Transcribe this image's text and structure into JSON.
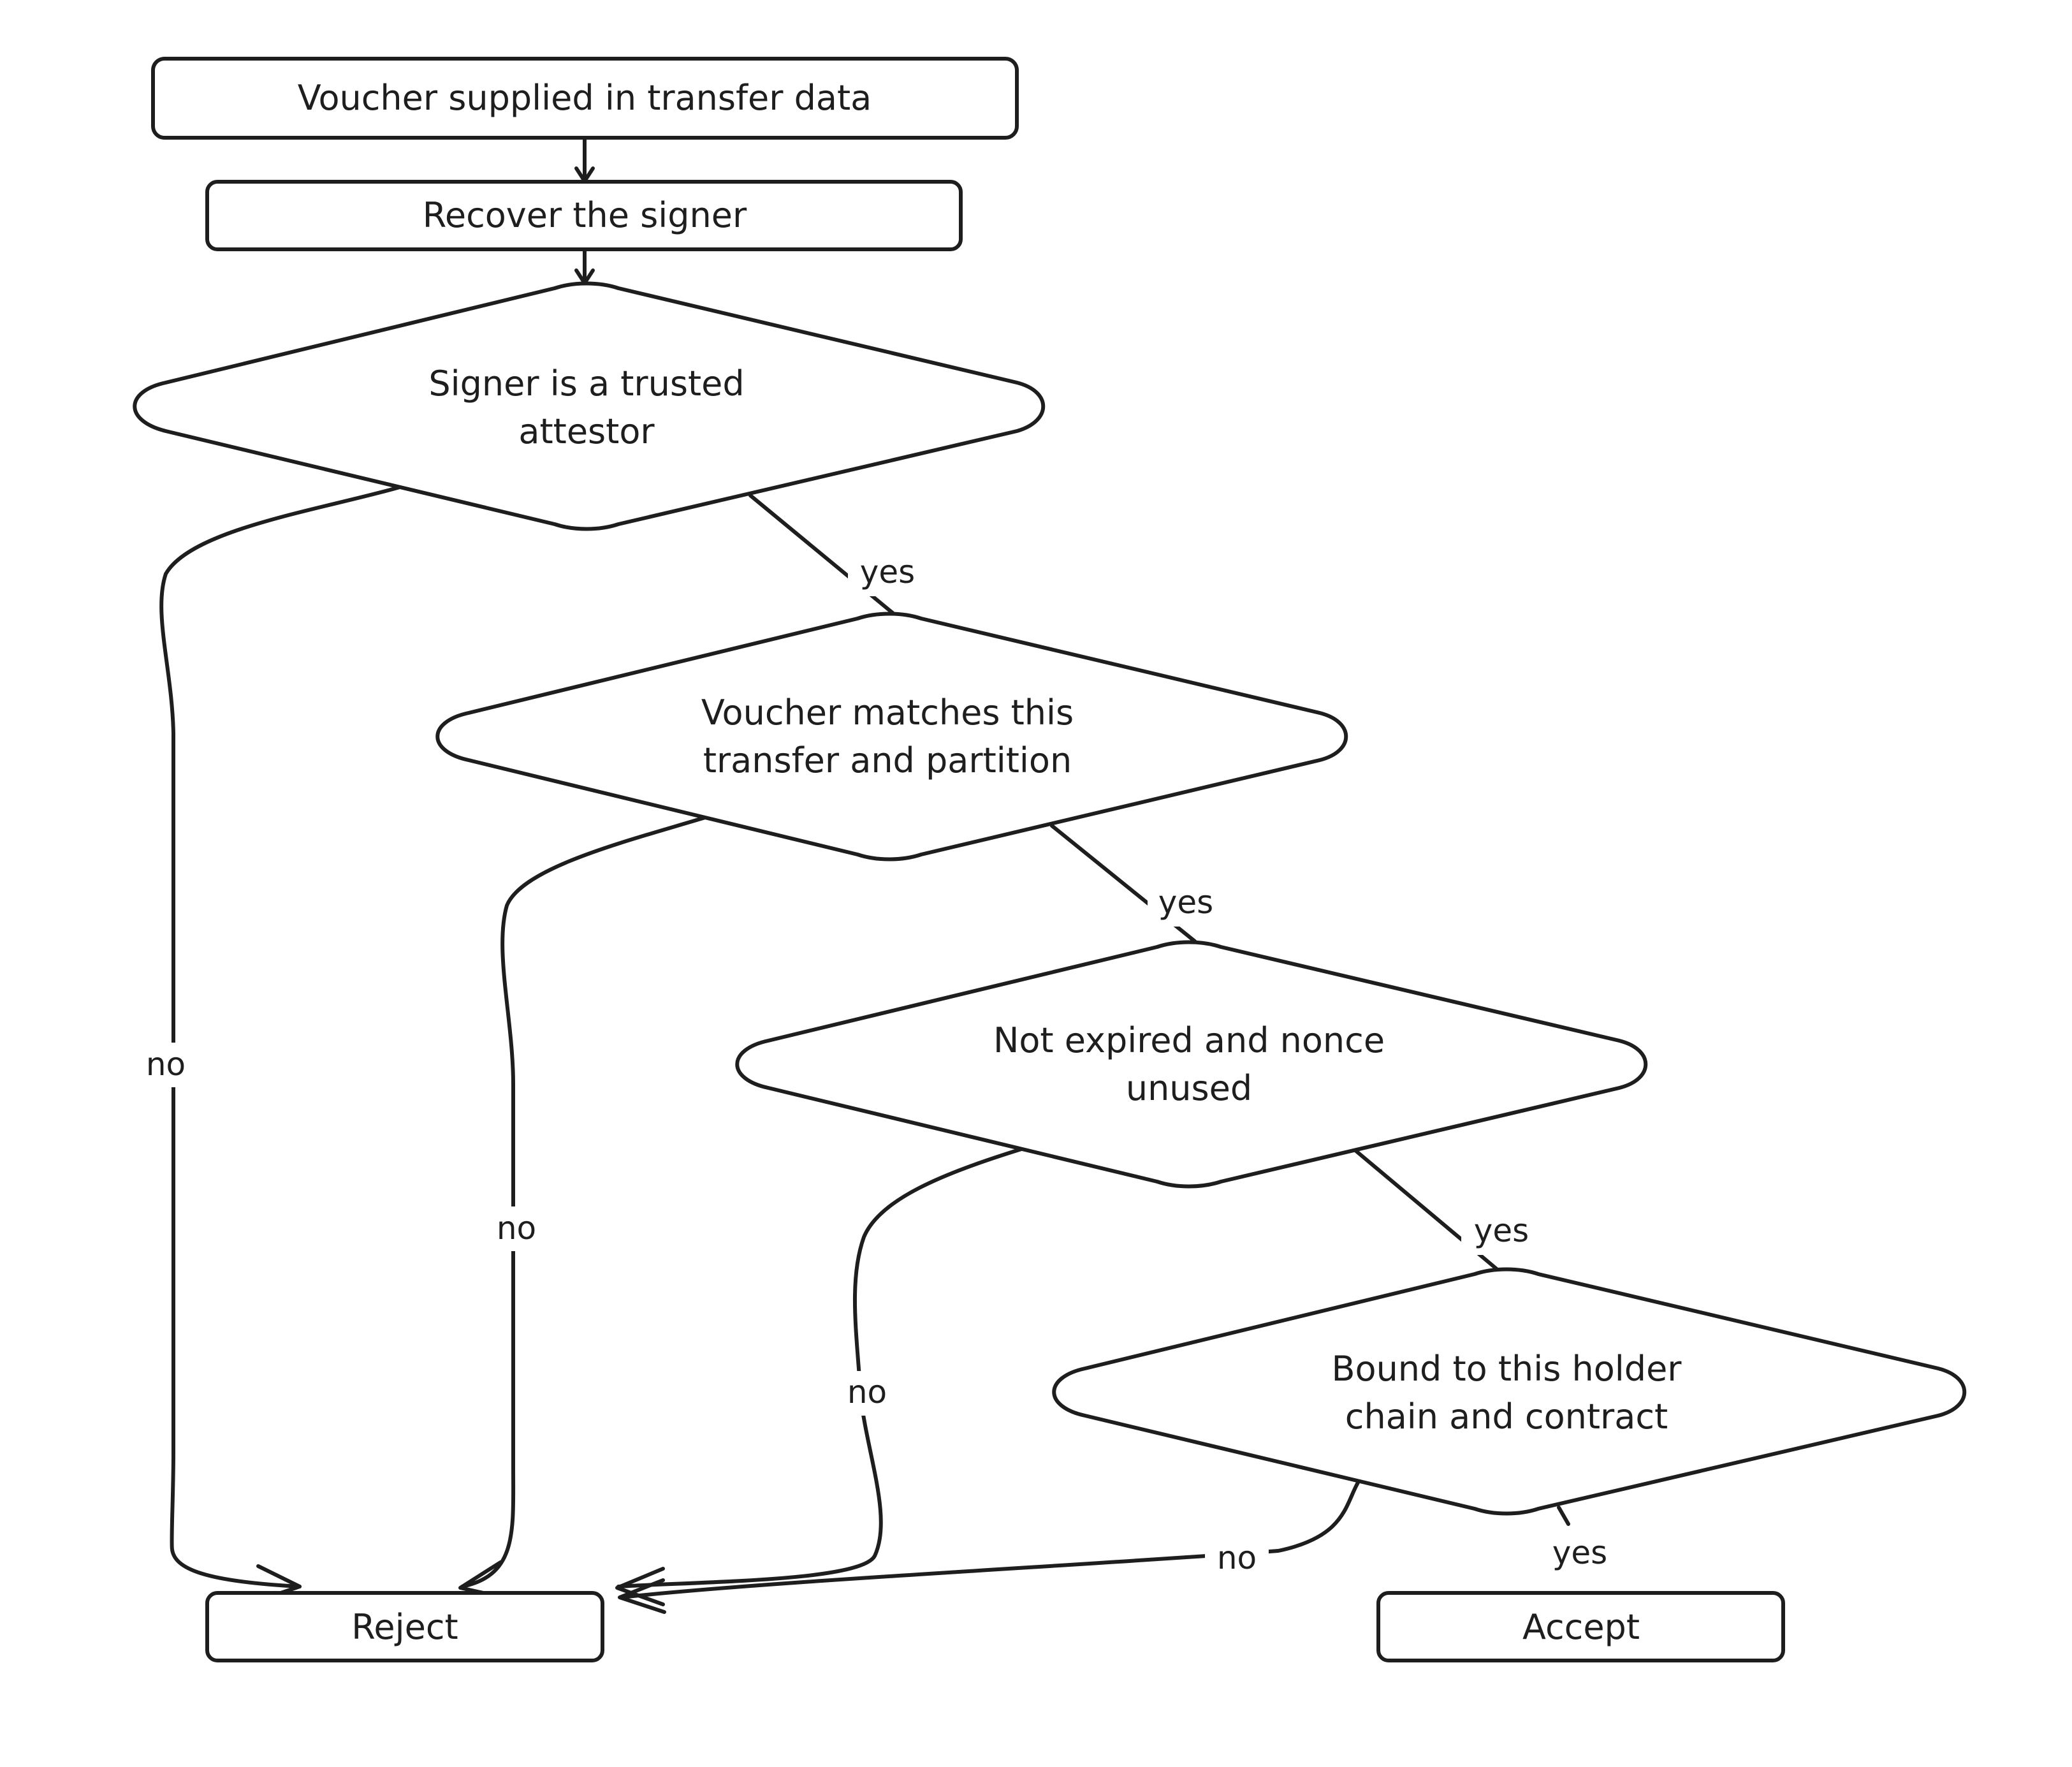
{
  "diagram": {
    "nodes": {
      "voucher_supplied": {
        "lines": [
          "Voucher supplied in transfer data"
        ]
      },
      "recover_signer": {
        "lines": [
          "Recover the signer"
        ]
      },
      "trusted_attestor": {
        "lines": [
          "Signer is a trusted",
          "attestor"
        ]
      },
      "matches_transfer": {
        "lines": [
          "Voucher matches this",
          "transfer and partition"
        ]
      },
      "not_expired": {
        "lines": [
          "Not expired and nonce",
          "unused"
        ]
      },
      "bound_holder": {
        "lines": [
          "Bound to this holder",
          "chain and contract"
        ]
      },
      "reject": {
        "lines": [
          "Reject"
        ]
      },
      "accept": {
        "lines": [
          "Accept"
        ]
      }
    },
    "edges": {
      "e1": {
        "label": ""
      },
      "e2": {
        "label": ""
      },
      "yes1": {
        "label": "yes"
      },
      "no1": {
        "label": "no"
      },
      "yes2": {
        "label": "yes"
      },
      "no2": {
        "label": "no"
      },
      "yes3": {
        "label": "yes"
      },
      "no3": {
        "label": "no"
      },
      "yes4": {
        "label": "yes"
      },
      "no4": {
        "label": "no"
      }
    },
    "colors": {
      "stroke": "#1e1e1e",
      "background": "#ffffff"
    }
  }
}
